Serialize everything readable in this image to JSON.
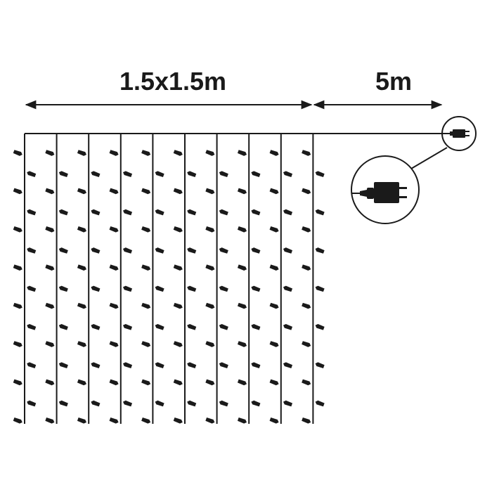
{
  "dimensions": {
    "curtain_size": "1.5x1.5m",
    "lead_cable": "5m"
  },
  "strand_count": 10,
  "leds_per_strand": 15,
  "colors": {
    "line": "#1a1a1a",
    "background": "#ffffff"
  },
  "icons": [
    "led-bulb-icon",
    "power-plug-icon",
    "magnifier-circle"
  ]
}
